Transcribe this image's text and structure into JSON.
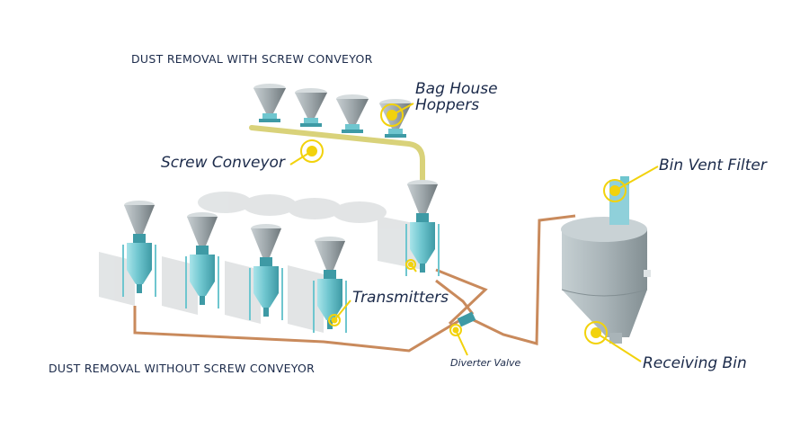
{
  "headings": {
    "with_screw": "DUST REMOVAL WITH SCREW CONVEYOR",
    "without_screw": "DUST REMOVAL WITHOUT SCREW CONVEYOR"
  },
  "callouts": {
    "bag_house_line1": "Bag House",
    "bag_house_line2": "Hoppers",
    "screw_conveyor": "Screw Conveyor",
    "bin_vent_filter": "Bin Vent Filter",
    "transmitters": "Transmitters",
    "diverter_valve": "Diverter Valve",
    "receiving_bin": "Receiving Bin"
  },
  "colors": {
    "hopper_grey": "#9ea7ab",
    "vessel_teal": "#6fc6cf",
    "pipe_copper": "#c98a5c",
    "screw_yellow": "#d9d27a",
    "bin_grey": "#a9b4b8",
    "filter_blue": "#8fd0da",
    "marker_yellow": "#f2d20c",
    "label_navy": "#1b2a4a"
  }
}
